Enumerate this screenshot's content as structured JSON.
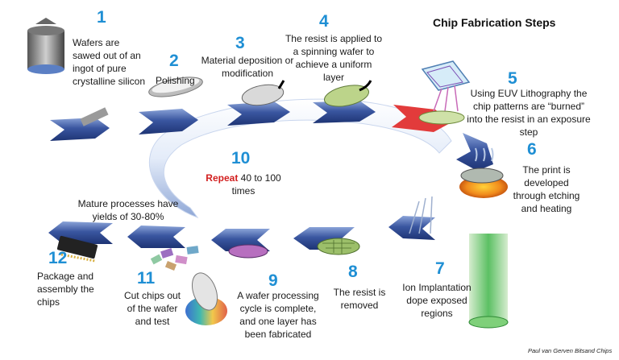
{
  "title": "Chip Fabrication Steps",
  "credit": "Paul van Gerven Bitsand Chips",
  "colors": {
    "arrow": "#3a56a0",
    "arrow_light": "#dfe8f8",
    "number": "#1f8fd4",
    "repeat": "#d21f1f",
    "litho_arrow": "#e23b3b"
  },
  "steps": [
    {
      "num": "1",
      "text": "Wafers are sawed out of an ingot of pure crystalline silicon"
    },
    {
      "num": "2",
      "text": "Polishing"
    },
    {
      "num": "3",
      "text": "Material deposition or modification"
    },
    {
      "num": "4",
      "text": "The resist is applied to a spinning wafer to achieve a uniform layer"
    },
    {
      "num": "5",
      "text": "Using EUV Lithography the chip patterns are “burned” into the resist in an exposure step"
    },
    {
      "num": "6",
      "text": "The print is developed through etching and heating"
    },
    {
      "num": "7",
      "text": "Ion Implantation dope exposed regions"
    },
    {
      "num": "8",
      "text": "The resist is removed"
    },
    {
      "num": "9",
      "text": "A wafer processing cycle is complete, and one layer has been fabricated"
    },
    {
      "num": "10",
      "repeat_word": "Repeat",
      "text": "40 to 100 times"
    },
    {
      "num": "11",
      "text": "Cut chips out of the wafer and test"
    },
    {
      "num": "12",
      "text": "Package and assembly the chips"
    }
  ],
  "yield_note": "Mature processes have yields of 30-80%"
}
